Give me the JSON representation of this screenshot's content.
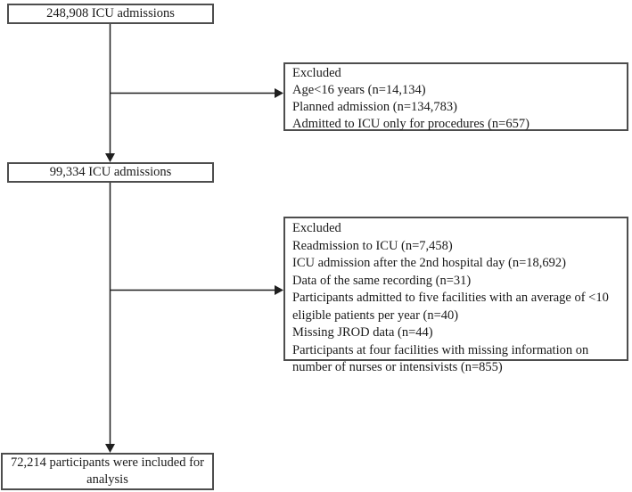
{
  "flow": {
    "box_top": {
      "label": "248,908 ICU admissions"
    },
    "box_mid": {
      "label": "99,334 ICU admissions"
    },
    "box_bottom": {
      "line1": "72,214 participants were included for",
      "line2": "analysis"
    },
    "excluded1": {
      "title": "Excluded",
      "items": [
        "Age<16 years (n=14,134)",
        "Planned admission (n=134,783)",
        "Admitted to ICU only for procedures (n=657)"
      ]
    },
    "excluded2": {
      "title": "Excluded",
      "items": [
        "Readmission to ICU (n=7,458)",
        "ICU admission after the 2nd hospital day (n=18,692)",
        "Data of the same recording (n=31)",
        "Participants admitted to five facilities with an average of <10 eligible patients per year (n=40)",
        "Missing JROD data (n=44)",
        "Participants at four facilities with missing information on number of nurses or intensivists (n=855)"
      ]
    },
    "colors": {
      "box_border": "#4d4d4d",
      "text": "#1a1a1a",
      "arrow": "#1f1f1f",
      "background": "#ffffff"
    }
  }
}
